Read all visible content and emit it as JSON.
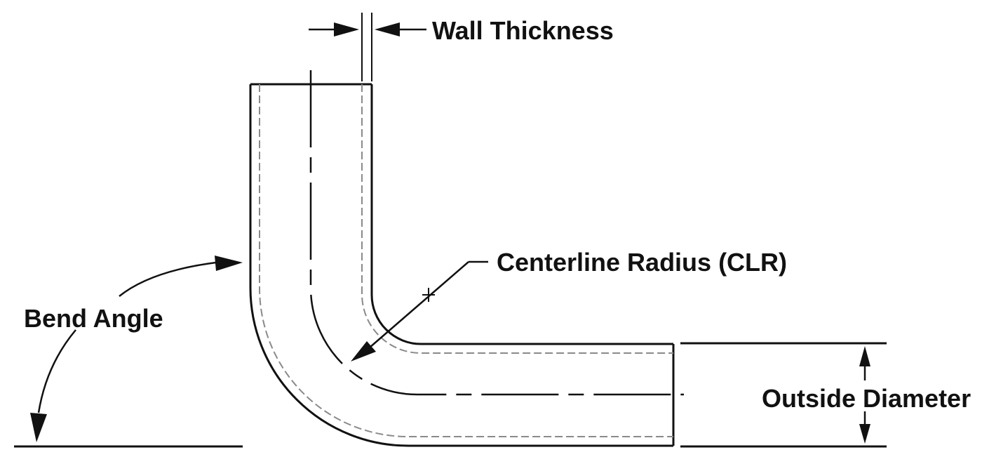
{
  "labels": {
    "wall_thickness": "Wall Thickness",
    "centerline_radius": "Centerline Radius (CLR)",
    "bend_angle": "Bend Angle",
    "outside_diameter": "Outside Diameter"
  },
  "colors": {
    "line": "#111111",
    "wall_dash": "#8a8a8a",
    "background": "#ffffff"
  }
}
